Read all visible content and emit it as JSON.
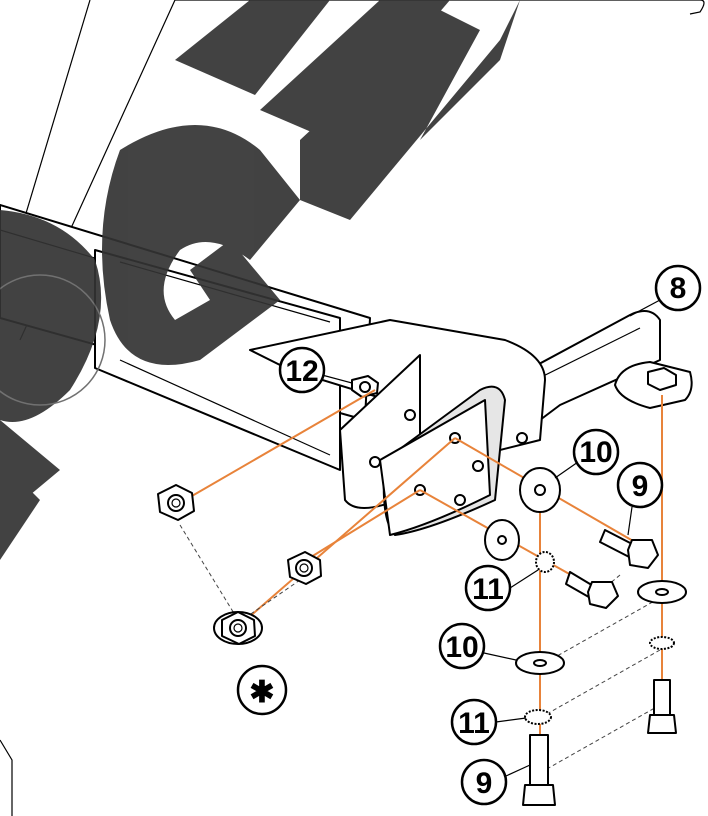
{
  "diagram": {
    "callouts": {
      "c8": "8",
      "c9a": "9",
      "c9b": "9",
      "c10a": "10",
      "c10b": "10",
      "c11a": "11",
      "c11b": "11",
      "c12": "12",
      "star": "✱"
    },
    "watermark_text": "ORIGINAL",
    "colors": {
      "assembly_axis": "#e8833a",
      "outline": "#000000",
      "watermark": "#333333"
    }
  }
}
